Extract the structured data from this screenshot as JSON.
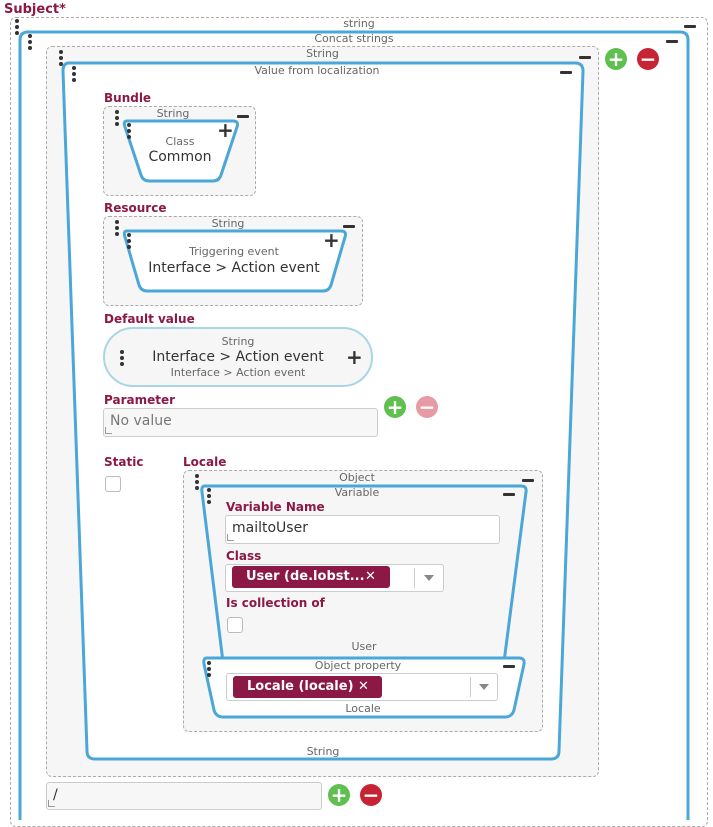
{
  "subject_label": "Subject*",
  "outer_type": "string",
  "concat_title": "Concat strings",
  "string_container_title": "String",
  "localization_title": "Value from localization",
  "bundle": {
    "label": "Bundle",
    "container": "String",
    "block_type": "Class",
    "block_value": "Common"
  },
  "resource": {
    "label": "Resource",
    "container": "String",
    "block_type": "Triggering event",
    "block_value": "Interface > Action event"
  },
  "default_value": {
    "label": "Default value",
    "type": "String",
    "value": "Interface > Action event",
    "sub": "Interface > Action event"
  },
  "parameter": {
    "label": "Parameter",
    "placeholder": "No value"
  },
  "static_label": "Static",
  "locale": {
    "label": "Locale",
    "object_title": "Object",
    "variable_title": "Variable",
    "variable_name_label": "Variable Name",
    "variable_name_value": "mailtoUser",
    "class_label": "Class",
    "class_chip": "User (de.lobst...",
    "collection_label": "Is collection of",
    "user_caption": "User",
    "object_property_title": "Object property",
    "property_chip": "Locale (locale)",
    "locale_caption": "Locale"
  },
  "string_footer": "String",
  "bottom_input_value": "/",
  "icons": {
    "plus": "+",
    "minus": "−",
    "remove": "✕"
  },
  "colors": {
    "label": "#8c1846",
    "outline": "#4aa7d8",
    "add": "#5fbf4f",
    "remove": "#c62334"
  }
}
